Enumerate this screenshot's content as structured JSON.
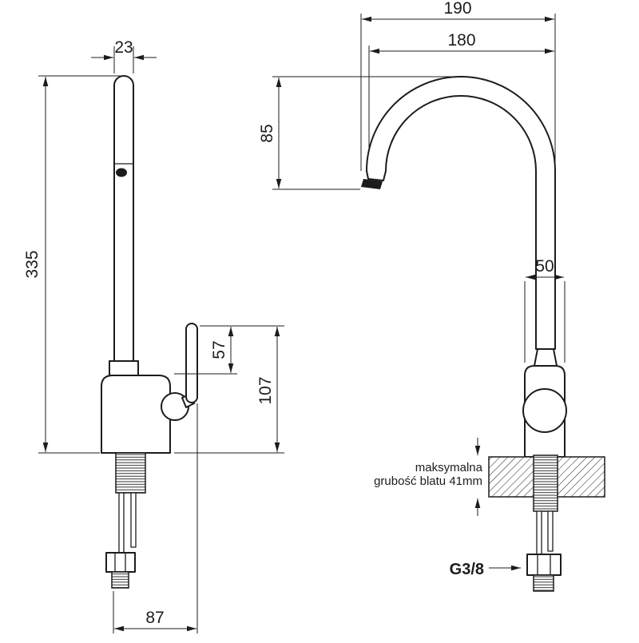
{
  "side_view": {
    "spout_width": "23",
    "total_height": "335",
    "lever_height": "57",
    "body_height": "107",
    "base_width": "87"
  },
  "front_view": {
    "overall_width": "190",
    "spout_width": "180",
    "spout_drop": "85",
    "body_width": "50",
    "counter_note_line1": "maksymalna",
    "counter_note_line2": "grubość blatu 41mm",
    "thread_size": "G3/8"
  }
}
